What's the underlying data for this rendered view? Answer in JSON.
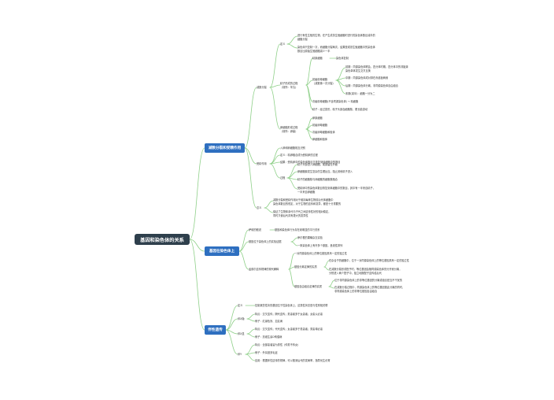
{
  "colors": {
    "line": "#8fd089",
    "root_bg": "#2e3f4c",
    "branch_bg": "#2e6fc0"
  },
  "root": "基因和染色体的关系",
  "branches": {
    "meiosis": {
      "title": "减数分裂和受精作用",
      "reduction": {
        "title": "减数分裂",
        "definition": {
          "title": "定义",
          "items": [
            "进行有性生殖的生物，在产生成熟生殖细胞时进行的染色体数目减半的\n细胞分裂",
            "染色体只复制一次，而细胞分裂两次，结果是成熟生殖细胞中的染色体\n数目比原始生殖细胞减少一半"
          ]
        },
        "sperm": {
          "title": "精子形成的过程\n（场所：睾丸）",
          "items": [
            {
              "text": "精原细胞",
              "sub": "染色体复制"
            },
            {
              "text": "初级精母细胞\n（减数第一次分裂）",
              "subs": [
                "前期：同源染色体联会，四分体时期，四分体中的非姐妹\n染色单体发生交叉互换",
                "中期：同源染色体成对排在赤道板两侧",
                "后期：同源染色体分离，非同源染色体自由组合",
                "末期(减半)：细胞一分为二"
              ]
            },
            {
              "text": "次级精母细胞(不含同源染色体) → 精细胞"
            },
            {
              "text": "精子：经过变形，精子头部含细胞核，尾长能游动"
            }
          ]
        },
        "egg": {
          "title": "卵细胞形成过程\n（场所：卵巢）",
          "items": [
            "卵原细胞",
            "初级卵母细胞",
            "次级卵母细胞和极体",
            "卵细胞和极体"
          ]
        }
      },
      "fertilization": {
        "title": "受精作用",
        "items": [
          "入卵和卵细胞相互识别",
          "定义：精卵融合成为受精卵的过程",
          "结果：受精卵中的染色体数目又恢复到体细胞中的数目"
        ],
        "process": {
          "title": "过程",
          "items": [
            "精子头部进入卵细胞，尾部留在外面",
            "卵细胞膜发生复杂的生理反应，阻止其他精子进入",
            "精子的细胞核与卵细胞的细胞核融合",
            "受精卵中的染色体数目恢复到体细胞中的数目，其中有一半来自精子，\n一半来自卵细胞"
          ]
        }
      },
      "significance": {
        "title": "意义",
        "items": [
          "减数分裂和受精作用对于维持每种生物前后代体细胞中\n染色体数目的恒定，对于生物的遗传和变异，都是十分重要的",
          "保证了生物体亲代与子代之间遗传性状的相对稳定，\n同时又使后代具有更大的变异性"
        ]
      }
    },
    "chromosome": {
      "title": "基因在染色体上",
      "sutton": {
        "title": "萨顿的假说",
        "text": "基因和染色体行为存在着明显的平行关系"
      },
      "evidence": {
        "title": "基因位于染色体上的实验证据",
        "items": [
          "摩尔根的果蝇杂交实验",
          "一条染色体上有许多个基因，呈线性排列"
        ]
      },
      "laws": {
        "title": "孟德尔遗传规律的现代解释",
        "intro": "一对同源染色体上的等位基因具有一定的独立性",
        "segregation": {
          "title": "基因分离定律的实质",
          "items": [
            "在杂合子的细胞中，位于一对同源染色体上的等位基因具有一定的独立性",
            "在减数分裂形成配子时，等位基因会随同源染色体的分开而分离，\n分别进入两个配子中，独立地随配子遗传给后代"
          ]
        },
        "assortment": {
          "title": "基因自由组合定律的实质",
          "items": [
            "位于非同源染色体上的非等位基因的分离或组合是互不干扰的",
            "在减数分裂过程中，同源染色体上的等位基因彼此分离的同时，\n非同源染色体上的非等位基因自由组合"
          ]
        }
      }
    },
    "sexlinked": {
      "title": "伴性遗传",
      "definition": {
        "title": "定义",
        "text": "控制某些性状的基因位于性染色体上，这类性状总是与性别相关联"
      },
      "xrecessive": {
        "title": "伴X隐",
        "items": [
          "特点：交叉遗传；隔代遗传；男患者多于女患者；女患父必患",
          "例子：红绿色盲、血友病"
        ]
      },
      "xdominant": {
        "title": "伴X显",
        "items": [
          "特点：交叉遗传；代代遗传；女患者多于男患者；男患母必患",
          "例子：抗维生素D佝偻病"
        ]
      },
      "ylinked": {
        "title": "伴Y",
        "items": [
          "特点：全部患者皆为男性（传男不传女）",
          "例子：外耳道多毛症",
          "应用：根据伴性遗传的规律，可以推测后代的发病率，指导优生优育"
        ]
      }
    }
  }
}
